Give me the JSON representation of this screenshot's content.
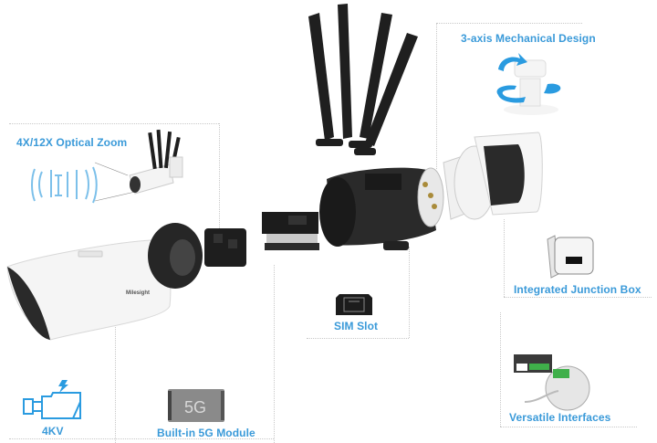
{
  "product": {
    "brand_mark": "Milesight"
  },
  "features": {
    "optical_zoom": {
      "label": "4X/12X Optical Zoom",
      "icon": "zoom-lens-icon"
    },
    "mechanical_design": {
      "label": "3-axis Mechanical Design",
      "icon": "rotation-arrows-icon"
    },
    "junction_box": {
      "label": "Integrated Junction Box",
      "icon": "junction-box-icon"
    },
    "sim_slot": {
      "label": "SIM Slot",
      "icon": "sim-card-icon"
    },
    "versatile_interfaces": {
      "label": "Versatile Interfaces",
      "icon": "interface-board-icon"
    },
    "surge_protection": {
      "label": "4KV",
      "icon": "camera-lightning-icon"
    },
    "module_5g": {
      "label": "Built-in 5G Module",
      "icon": "5g-module-icon",
      "chip_text": "5G"
    }
  },
  "colors": {
    "accent": "#3a9ad9",
    "dotted_line": "#c8c8c8",
    "camera_body": "#f4f4f4",
    "dark_parts": "#222222"
  }
}
